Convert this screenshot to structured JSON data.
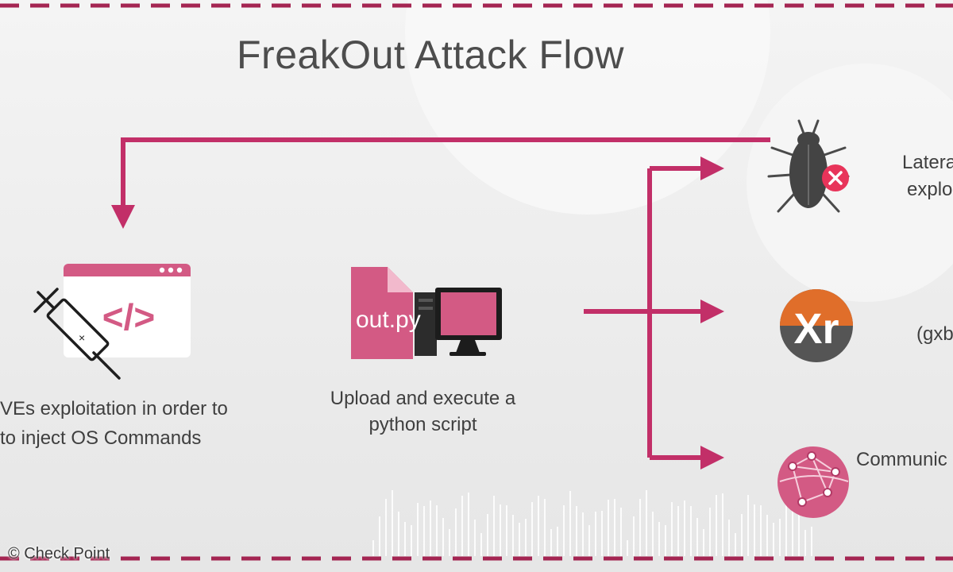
{
  "title": "FreakOut Attack Flow",
  "colors": {
    "accent": "#c22f68",
    "pink": "#d35a84",
    "orange": "#e06e2a",
    "text": "#3f3f3f"
  },
  "steps": {
    "inject": {
      "icon": "syringe-code-window-icon",
      "line1": "VEs exploitation in order to",
      "line2": "to inject OS Commands"
    },
    "upload": {
      "icon": "python-script-computer-icon",
      "file_label": "out.py",
      "line1": "Upload and execute a",
      "line2": "python script"
    }
  },
  "outcomes": [
    {
      "icon": "bug-icon",
      "line1": "Latera",
      "line2": "explo"
    },
    {
      "icon": "xmrig-logo-icon",
      "line1": "(gxb"
    },
    {
      "icon": "network-globe-icon",
      "line1": "Communic"
    }
  ],
  "credit": "© Check Point"
}
